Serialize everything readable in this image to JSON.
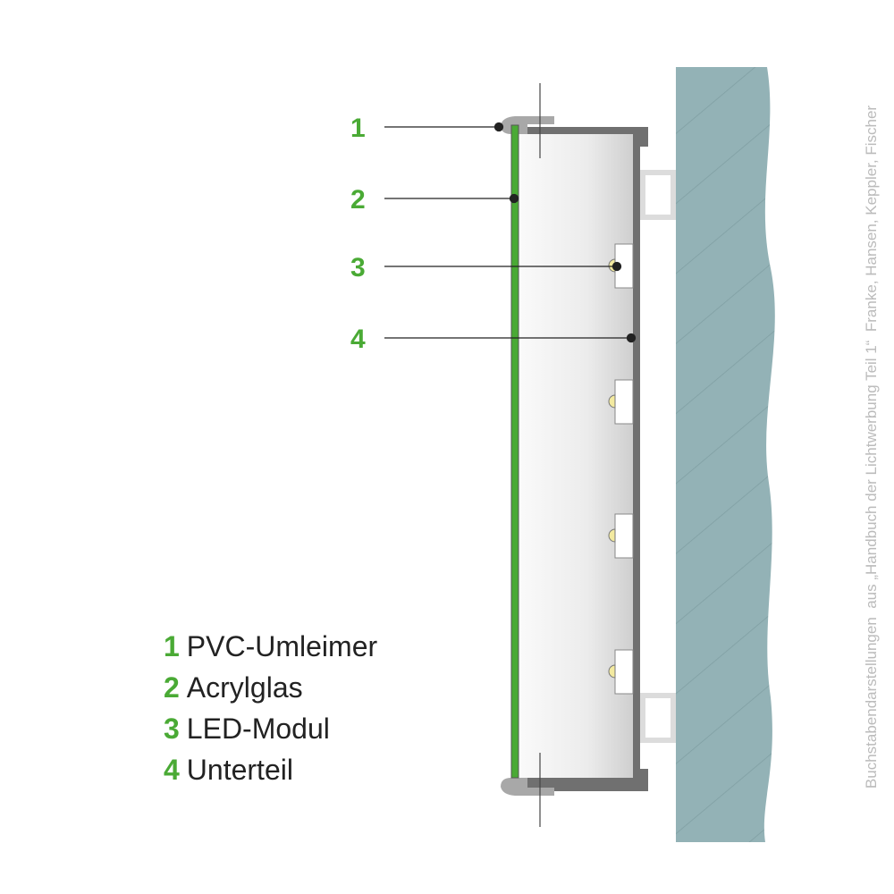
{
  "callouts": [
    "1",
    "2",
    "3",
    "4"
  ],
  "legend": [
    {
      "num": "1",
      "label": "PVC-Umleimer"
    },
    {
      "num": "2",
      "label": "Acrylglas"
    },
    {
      "num": "3",
      "label": "LED-Modul"
    },
    {
      "num": "4",
      "label": "Unterteil"
    }
  ],
  "credit": "Buchstabendarstellungen  aus „Handbuch der Lichtwerbung Teil 1“  Franke, Hansen, Keppler, Fischer",
  "colors": {
    "accent": "#4aaa35",
    "wall": "#93b2b6",
    "housing": "#707070"
  }
}
